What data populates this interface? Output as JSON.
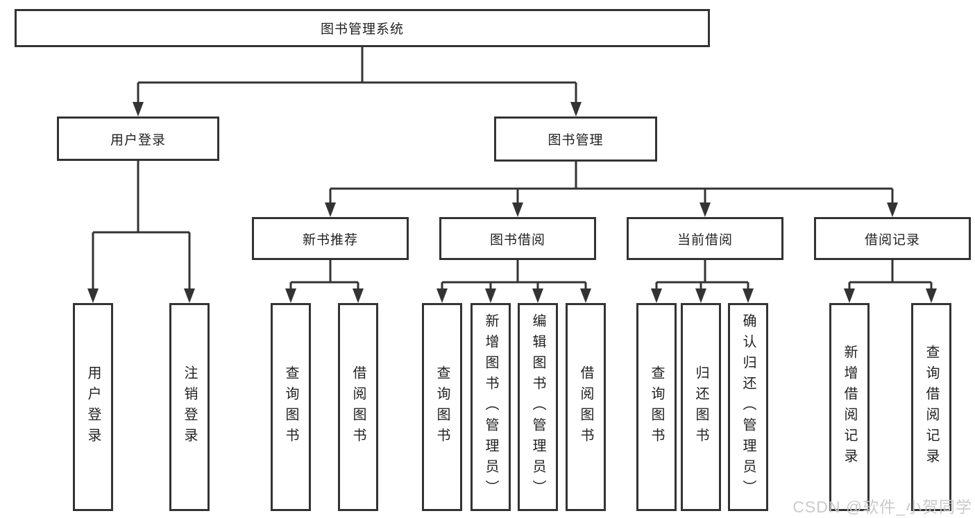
{
  "diagram": {
    "root": {
      "label": "图书管理系统"
    },
    "branches": [
      {
        "label": "用户登录",
        "children": [
          {
            "label": "用户登录"
          },
          {
            "label": "注销登录"
          }
        ]
      },
      {
        "label": "图书管理",
        "groups": [
          {
            "label": "新书推荐",
            "children": [
              {
                "label": "查询图书"
              },
              {
                "label": "借阅图书"
              }
            ]
          },
          {
            "label": "图书借阅",
            "children": [
              {
                "label": "查询图书"
              },
              {
                "label": "新增图书（管理员）"
              },
              {
                "label": "编辑图书（管理员）"
              },
              {
                "label": "借阅图书"
              }
            ]
          },
          {
            "label": "当前借阅",
            "children": [
              {
                "label": "查询图书"
              },
              {
                "label": "归还图书"
              },
              {
                "label": "确认归还（管理员）"
              }
            ]
          },
          {
            "label": "借阅记录",
            "children": [
              {
                "label": "新增借阅记录"
              },
              {
                "label": "查询借阅记录"
              }
            ]
          }
        ]
      }
    ]
  },
  "watermark": {
    "text": "CSDN @软件_小贺同学"
  },
  "colors": {
    "line": "#333333",
    "box_border": "#333333",
    "text": "#222222",
    "watermark": "#c8c8c8",
    "background": "#ffffff"
  }
}
